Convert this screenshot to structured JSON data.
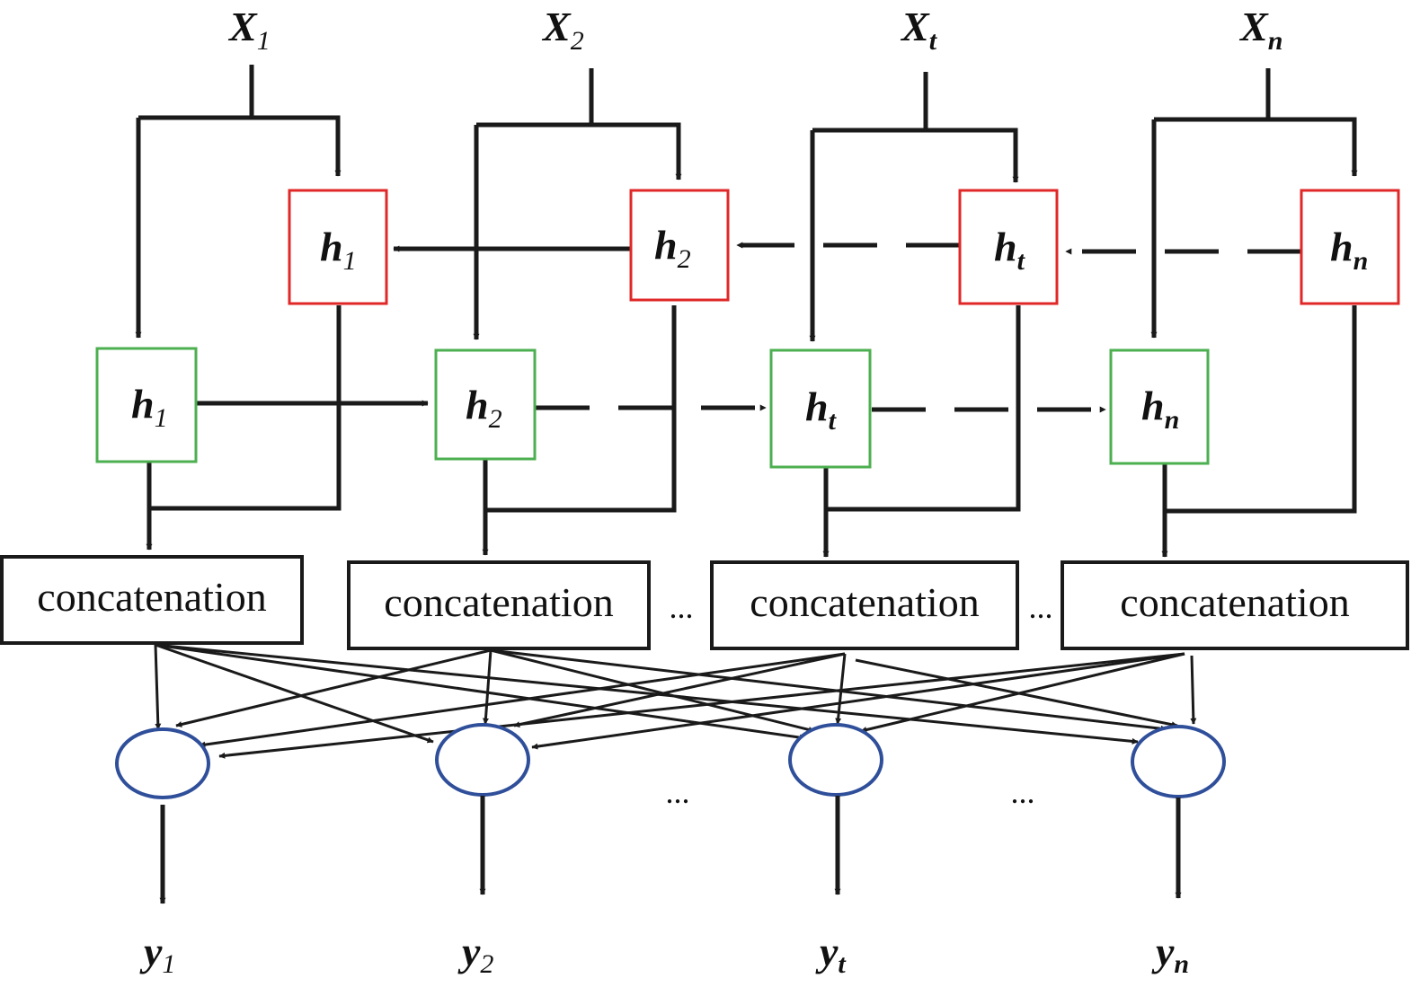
{
  "inputs": [
    {
      "base": "X",
      "sub": "1"
    },
    {
      "base": "X",
      "sub": "2"
    },
    {
      "base": "X",
      "sub": "t"
    },
    {
      "base": "X",
      "sub": "n"
    }
  ],
  "backward_states": [
    {
      "base": "h",
      "sub": "1"
    },
    {
      "base": "h",
      "sub": "2"
    },
    {
      "base": "h",
      "sub": "t"
    },
    {
      "base": "h",
      "sub": "n"
    }
  ],
  "forward_states": [
    {
      "base": "h",
      "sub": "1"
    },
    {
      "base": "h",
      "sub": "2"
    },
    {
      "base": "h",
      "sub": "t"
    },
    {
      "base": "h",
      "sub": "n"
    }
  ],
  "concat_label": "concatenation",
  "concat_boxes": [
    "concatenation",
    "concatenation",
    "concatenation",
    "concatenation"
  ],
  "ellipsis": "...",
  "outputs": [
    {
      "base": "y",
      "sub": "1"
    },
    {
      "base": "y",
      "sub": "2"
    },
    {
      "base": "y",
      "sub": "t"
    },
    {
      "base": "y",
      "sub": "n"
    }
  ],
  "colors": {
    "forward_box": "#4caf50",
    "backward_box": "#e02828",
    "output_node": "#2f4f9a",
    "line": "#1a1a1a"
  }
}
